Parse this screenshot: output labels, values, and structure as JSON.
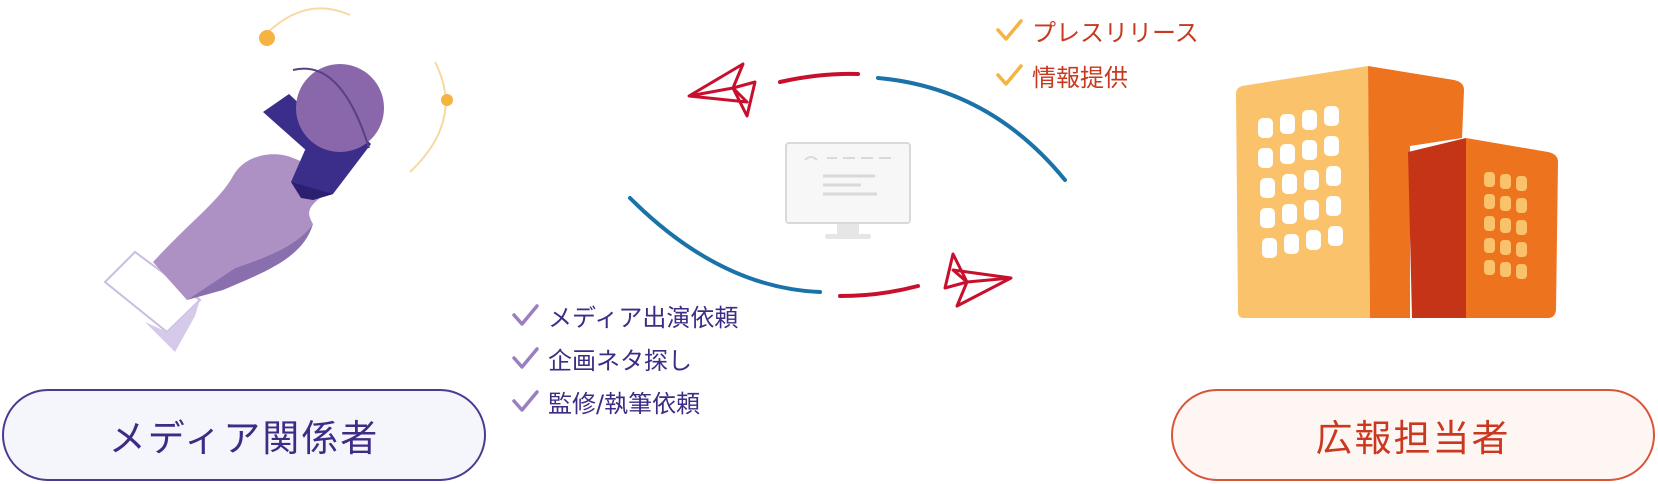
{
  "media": {
    "label": "メディア関係者",
    "needs": [
      "メディア出演依頼",
      "企画ネタ探し",
      "監修/執筆依頼"
    ]
  },
  "pr": {
    "label": "広報担当者",
    "offers": [
      "プレスリリース",
      "情報提供"
    ]
  },
  "colors": {
    "purple": "#3d2b86",
    "purple_check": "#9b7fc0",
    "orange": "#c9381f",
    "orange_check": "#f5b342",
    "blue_arc": "#1a73a8",
    "red_arc": "#c8102e"
  },
  "icons": {
    "media": "microphone-hand-icon",
    "pr": "office-building-icon",
    "center": "computer-monitor-icon",
    "plane_left": "paper-plane-left-icon",
    "plane_right": "paper-plane-right-icon"
  }
}
